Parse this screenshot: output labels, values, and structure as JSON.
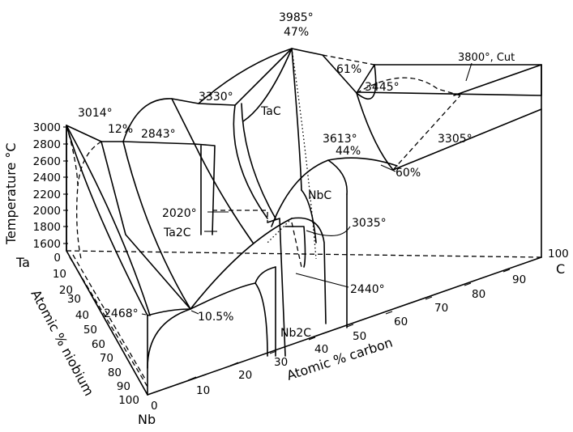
{
  "axes": {
    "temperature_label": "Temperature °C",
    "carbon_label": "Atomic % carbon",
    "niobium_label": "Atomic % niobium",
    "temp_ticks": [
      "3000",
      "2800",
      "2600",
      "2400",
      "2200",
      "2000",
      "1800",
      "1600"
    ],
    "carbon_ticks": [
      "0",
      "10",
      "20",
      "30",
      "40",
      "50",
      "60",
      "70",
      "80",
      "90",
      "100"
    ],
    "niobium_ticks": [
      "0",
      "10",
      "20",
      "30",
      "40",
      "50",
      "60",
      "70",
      "80",
      "90",
      "100"
    ]
  },
  "corners": {
    "ta": "Ta",
    "nb": "Nb",
    "c": "C"
  },
  "phases": {
    "tac": "TaC",
    "nbc": "NbC",
    "ta2c": "Ta2C",
    "nb2c": "Nb2C"
  },
  "labels": {
    "t3985": "3985°",
    "p47": "47%",
    "t3800": "3800°, Cut",
    "p61": "61%",
    "t3445": "3445°",
    "t3330": "3330°",
    "t3014": "3014°",
    "p12": "12%",
    "t2843": "2843°",
    "t3613": "3613°",
    "p44": "44%",
    "t3305": "3305°",
    "p60": "60%",
    "t2020": "2020°",
    "t3035": "3035°",
    "t2440": "2440°",
    "t2468": "2468°",
    "p10_5": "10.5%"
  }
}
